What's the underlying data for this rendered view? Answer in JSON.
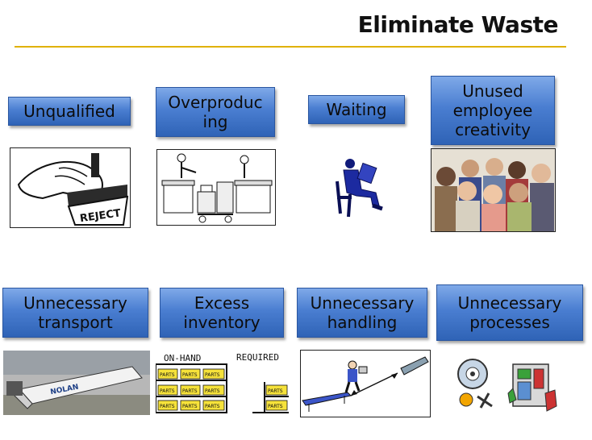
{
  "title": "Eliminate Waste",
  "colors": {
    "rule": "#e0b100",
    "label_top": "#7fa9e8",
    "label_bottom": "#2f63b6"
  },
  "wastes": [
    {
      "label": "Unqualified",
      "icon": "reject-stamp-icon"
    },
    {
      "label": "Overproduc ing",
      "icon": "overproduction-workers-icon"
    },
    {
      "label": "Waiting",
      "icon": "waiting-person-icon"
    },
    {
      "label": "Unused employee creativity",
      "icon": "group-photo-icon"
    },
    {
      "label": "Unnecessary transport",
      "icon": "truck-accident-icon"
    },
    {
      "label": "Excess inventory",
      "icon": "inventory-shelves-icon"
    },
    {
      "label": "Unnecessary handling",
      "icon": "handling-conveyor-icon"
    },
    {
      "label": "Unnecessary processes",
      "icon": "process-machines-icon"
    }
  ],
  "inventory": {
    "on_hand": "ON-HAND",
    "required": "REQUIRED",
    "box_label": "PARTS"
  },
  "truck_text": "NOLAN",
  "reject_text": "REJECT"
}
